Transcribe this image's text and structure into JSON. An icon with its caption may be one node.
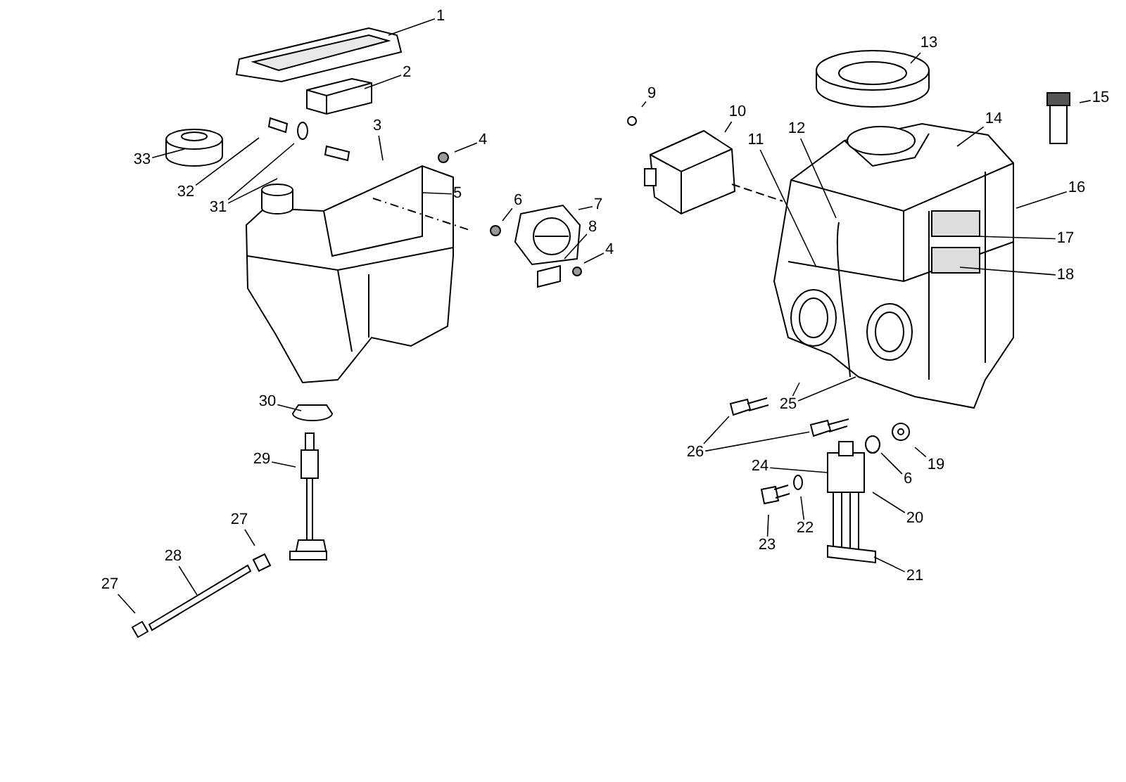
{
  "diagram": {
    "nodes": [
      {
        "text": [
          "1"
        ]
      },
      {
        "text": [
          "2"
        ]
      },
      {
        "text": [
          "3"
        ]
      },
      {
        "text": [
          "4"
        ]
      },
      {
        "text": [
          "5"
        ]
      },
      {
        "text": [
          "6"
        ]
      },
      {
        "text": [
          "7"
        ]
      },
      {
        "text": [
          "8"
        ]
      },
      {
        "text": [
          "4"
        ]
      },
      {
        "text": [
          "9"
        ]
      },
      {
        "text": [
          "10"
        ]
      },
      {
        "text": [
          "11"
        ]
      },
      {
        "text": [
          "12"
        ]
      },
      {
        "text": [
          "13"
        ]
      },
      {
        "text": [
          "14"
        ]
      },
      {
        "text": [
          "15"
        ]
      },
      {
        "text": [
          "16"
        ]
      },
      {
        "text": [
          "17"
        ]
      },
      {
        "text": [
          "18"
        ]
      },
      {
        "text": [
          "33"
        ]
      },
      {
        "text": [
          "32"
        ]
      },
      {
        "text": [
          "31"
        ]
      },
      {
        "text": [
          "25"
        ]
      },
      {
        "text": [
          "26"
        ]
      },
      {
        "text": [
          "19"
        ]
      },
      {
        "text": [
          "24"
        ]
      },
      {
        "text": [
          "6"
        ]
      },
      {
        "text": [
          "20"
        ]
      },
      {
        "text": [
          "22"
        ]
      },
      {
        "text": [
          "23"
        ]
      },
      {
        "text": [
          "21"
        ]
      },
      {
        "text": [
          "30"
        ]
      },
      {
        "text": [
          "29"
        ]
      },
      {
        "text": [
          "27"
        ]
      },
      {
        "text": [
          "28"
        ]
      },
      {
        "text": [
          "27"
        ]
      },
      {
        "text": [],
        "shape": "bolt"
      },
      {
        "text": [],
        "shape": "ring"
      }
    ],
    "edges": [
      {
        "from": 0,
        "to": null,
        "arrow": "none"
      },
      {
        "from": 1,
        "to": null,
        "arrow": "none"
      },
      {
        "from": 2,
        "to": null,
        "arrow": "none"
      },
      {
        "from": 3,
        "to": null,
        "arrow": "none"
      },
      {
        "from": 4,
        "to": null,
        "arrow": "none"
      },
      {
        "from": 5,
        "to": null,
        "arrow": "none"
      },
      {
        "from": 6,
        "to": null,
        "arrow": "none"
      },
      {
        "from": 7,
        "to": null,
        "arrow": "none"
      },
      {
        "from": 8,
        "to": null,
        "arrow": "none"
      },
      {
        "from": 9,
        "to": null,
        "arrow": "none"
      },
      {
        "from": 10,
        "to": null,
        "arrow": "none"
      },
      {
        "from": 11,
        "to": null,
        "arrow": "none"
      },
      {
        "from": 12,
        "to": null,
        "arrow": "none"
      },
      {
        "from": 13,
        "to": null,
        "arrow": "none"
      },
      {
        "from": 14,
        "to": null,
        "arrow": "none"
      },
      {
        "from": 15,
        "to": null,
        "arrow": "none"
      },
      {
        "from": 16,
        "to": null,
        "arrow": "none"
      },
      {
        "from": 17,
        "to": null,
        "arrow": "none"
      },
      {
        "from": 18,
        "to": null,
        "arrow": "none"
      },
      {
        "from": 19,
        "to": null,
        "arrow": "none"
      },
      {
        "from": 20,
        "to": null,
        "arrow": "none"
      },
      {
        "from": 21,
        "to": null,
        "arrow": "none"
      },
      {
        "from": 21,
        "to": null,
        "arrow": "none"
      },
      {
        "from": 22,
        "to": null,
        "arrow": "none"
      },
      {
        "from": 22,
        "to": null,
        "arrow": "none"
      },
      {
        "from": 23,
        "to": null,
        "arrow": "none"
      },
      {
        "from": 23,
        "to": 36,
        "arrow": "none"
      },
      {
        "from": 24,
        "to": null,
        "arrow": "none"
      },
      {
        "from": 25,
        "to": null,
        "arrow": "none"
      },
      {
        "from": 26,
        "to": 37,
        "arrow": "none"
      },
      {
        "from": 27,
        "to": null,
        "arrow": "none"
      },
      {
        "from": 28,
        "to": null,
        "arrow": "none"
      },
      {
        "from": 29,
        "to": null,
        "arrow": "none"
      },
      {
        "from": 30,
        "to": null,
        "arrow": "none"
      },
      {
        "from": 31,
        "to": null,
        "arrow": "none"
      },
      {
        "from": 32,
        "to": null,
        "arrow": "none"
      },
      {
        "from": 33,
        "to": null,
        "arrow": "none"
      },
      {
        "from": 34,
        "to": null,
        "arrow": "none"
      },
      {
        "from": 35,
        "to": null,
        "arrow": "none"
      }
    ]
  }
}
